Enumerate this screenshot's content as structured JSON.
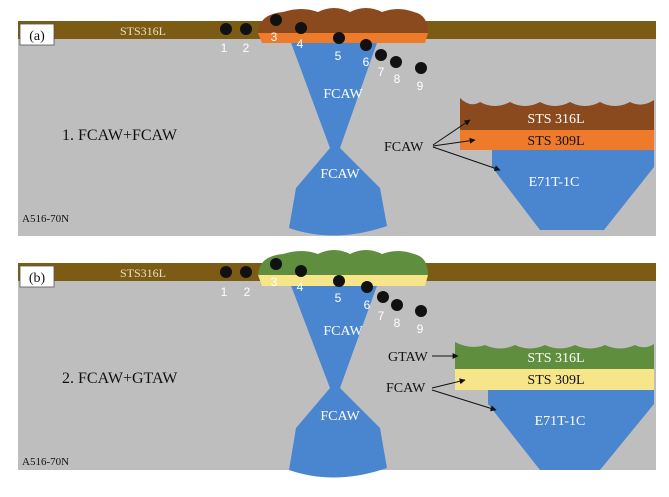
{
  "colors": {
    "base_metal": "#bebebe",
    "cladding": "#7c5c14",
    "root_fill": "#4a86d0",
    "sts316l_fcaw": "#8a4a1e",
    "sts309l_fcaw": "#ee7b2b",
    "sts316l_gtaw": "#5e8e3e",
    "sts309l_gtaw": "#f7e58a",
    "point_marker": "#111111",
    "label_light": "#ffffff"
  },
  "panel_a": {
    "label": "(a)",
    "cladding_label": "STS316L",
    "process_title": "1. FCAW+FCAW",
    "base_metal_label": "A516-70N",
    "upper_fill_label": "FCAW",
    "lower_fill_label": "FCAW",
    "points": [
      "1",
      "2",
      "3",
      "4",
      "5",
      "6",
      "7",
      "8",
      "9"
    ],
    "inset": {
      "top_layer": "STS 316L",
      "middle_layer": "STS 309L",
      "root_layer": "E71T-1C",
      "process_label": "FCAW"
    }
  },
  "panel_b": {
    "label": "(b)",
    "cladding_label": "STS316L",
    "process_title": "2. FCAW+GTAW",
    "base_metal_label": "A516-70N",
    "upper_fill_label": "FCAW",
    "lower_fill_label": "FCAW",
    "points": [
      "1",
      "2",
      "3",
      "4",
      "5",
      "6",
      "7",
      "8",
      "9"
    ],
    "inset": {
      "top_layer": "STS 316L",
      "middle_layer": "STS 309L",
      "root_layer": "E71T-1C",
      "top_process_label": "GTAW",
      "middle_process_label": "FCAW"
    }
  }
}
